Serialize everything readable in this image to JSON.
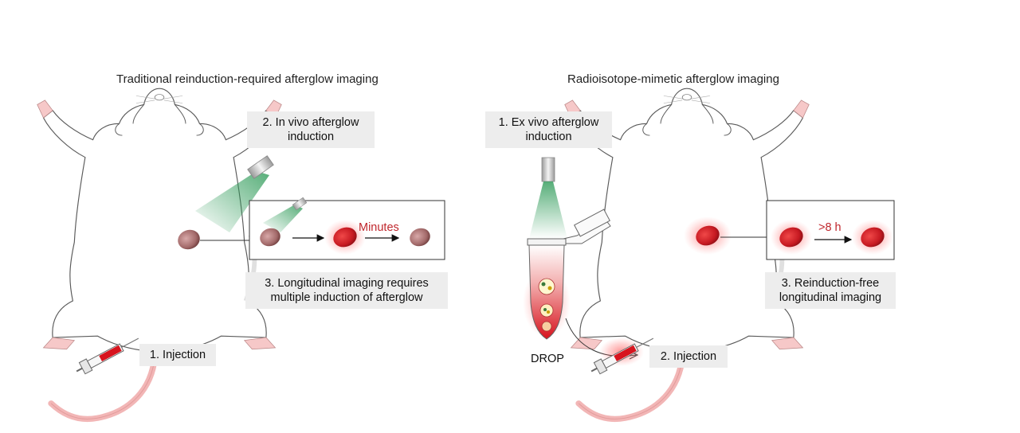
{
  "left_panel": {
    "title": "Traditional reinduction-required afterglow imaging",
    "step_induction": [
      "2. In vivo afterglow",
      "induction"
    ],
    "step_longitudinal": [
      "3. Longitudinal imaging requires",
      "multiple induction of afterglow"
    ],
    "step_injection": "1. Injection",
    "duration_label": "Minutes"
  },
  "right_panel": {
    "title": "Radioisotope-mimetic afterglow imaging",
    "step_induction": [
      "1. Ex vivo afterglow",
      "induction"
    ],
    "step_longitudinal": [
      "3. Reinduction-free",
      "longitudinal imaging"
    ],
    "step_injection": "2. Injection",
    "tube_label": "DROP",
    "duration_label": ">8 h"
  },
  "colors": {
    "mouse_fill": "#ffffff",
    "mouse_outline": "#5a5a5a",
    "paw_pink": "#f6c8c8",
    "tail_pink": "#f2b6b6",
    "tumor_dark": "#a36a6a",
    "afterglow_red": "#d7141e",
    "light_green": "#2e9a58",
    "label_bg": "#ededed"
  }
}
